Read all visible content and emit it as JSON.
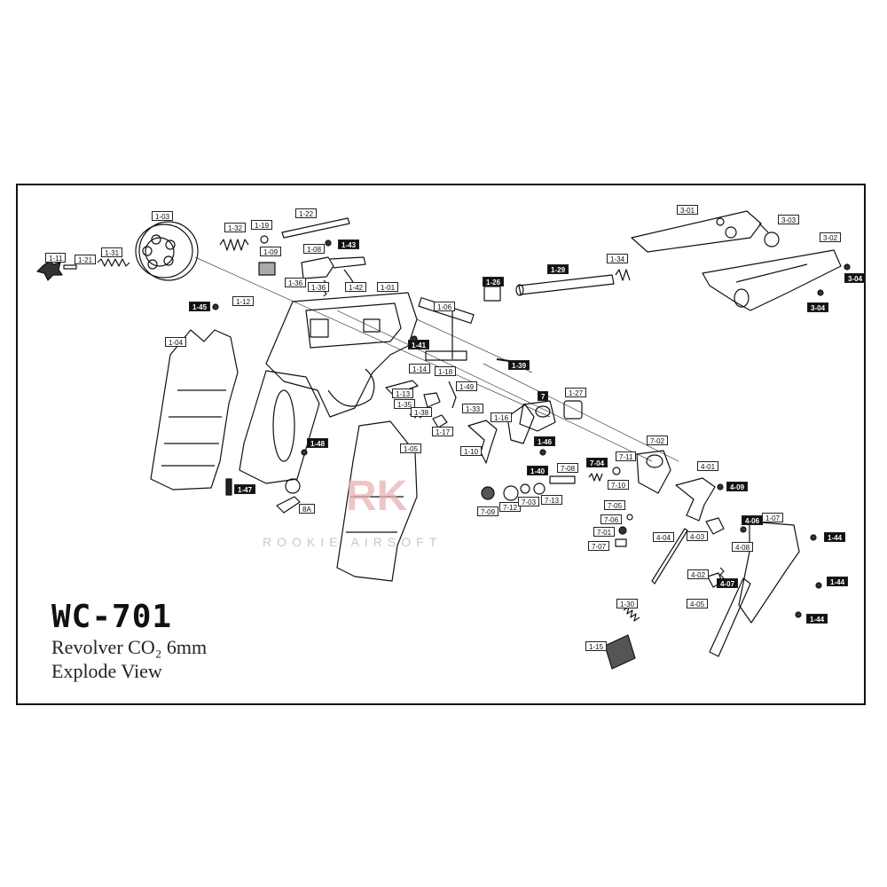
{
  "title": "WC-701",
  "subtitle_line1": "Revolver CO₂ 6mm",
  "subtitle_line2": "Explode View",
  "watermark": "ROOKIE AIRSOFT",
  "watermark_logo": "RK",
  "colors": {
    "line": "#111111",
    "watermark": "#e9b2b2",
    "frame": "#111111"
  },
  "labels": [
    {
      "text": "1-03",
      "style": "outline"
    },
    {
      "text": "1-32",
      "style": "outline"
    },
    {
      "text": "1-19",
      "style": "outline"
    },
    {
      "text": "1-22",
      "style": "outline"
    },
    {
      "text": "1-43",
      "style": "filled"
    },
    {
      "text": "1-08",
      "style": "outline"
    },
    {
      "text": "1-09",
      "style": "outline"
    },
    {
      "text": "1-36",
      "style": "outline"
    },
    {
      "text": "1-36",
      "style": "outline"
    },
    {
      "text": "1-42",
      "style": "outline"
    },
    {
      "text": "1-01",
      "style": "outline"
    },
    {
      "text": "1-11",
      "style": "outline"
    },
    {
      "text": "1-21",
      "style": "outline"
    },
    {
      "text": "1-31",
      "style": "outline"
    },
    {
      "text": "1-45",
      "style": "filled"
    },
    {
      "text": "1-12",
      "style": "outline"
    },
    {
      "text": "1-04",
      "style": "outline"
    },
    {
      "text": "1-26",
      "style": "filled"
    },
    {
      "text": "1-29",
      "style": "filled"
    },
    {
      "text": "1-34",
      "style": "outline"
    },
    {
      "text": "1-06",
      "style": "outline"
    },
    {
      "text": "1-41",
      "style": "filled"
    },
    {
      "text": "1-39",
      "style": "filled"
    },
    {
      "text": "1-14",
      "style": "outline"
    },
    {
      "text": "1-18",
      "style": "outline"
    },
    {
      "text": "1-49",
      "style": "outline"
    },
    {
      "text": "1-13",
      "style": "outline"
    },
    {
      "text": "1-35",
      "style": "outline"
    },
    {
      "text": "1-38",
      "style": "outline"
    },
    {
      "text": "1-33",
      "style": "outline"
    },
    {
      "text": "1-17",
      "style": "outline"
    },
    {
      "text": "1-16",
      "style": "outline"
    },
    {
      "text": "1-10",
      "style": "outline"
    },
    {
      "text": "1-48",
      "style": "filled"
    },
    {
      "text": "1-47",
      "style": "filled"
    },
    {
      "text": "8A",
      "style": "outline"
    },
    {
      "text": "1-05",
      "style": "outline"
    },
    {
      "text": "7",
      "style": "filled"
    },
    {
      "text": "1-27",
      "style": "outline"
    },
    {
      "text": "1-46",
      "style": "filled"
    },
    {
      "text": "1-40",
      "style": "filled"
    },
    {
      "text": "7-08",
      "style": "outline"
    },
    {
      "text": "7-04",
      "style": "filled"
    },
    {
      "text": "7-11",
      "style": "outline"
    },
    {
      "text": "7-10",
      "style": "outline"
    },
    {
      "text": "7-02",
      "style": "outline"
    },
    {
      "text": "7-09",
      "style": "outline"
    },
    {
      "text": "7-12",
      "style": "outline"
    },
    {
      "text": "7-03",
      "style": "outline"
    },
    {
      "text": "7-13",
      "style": "outline"
    },
    {
      "text": "7-05",
      "style": "outline"
    },
    {
      "text": "7-06",
      "style": "outline"
    },
    {
      "text": "7-01",
      "style": "outline"
    },
    {
      "text": "7-07",
      "style": "outline"
    },
    {
      "text": "4-01",
      "style": "outline"
    },
    {
      "text": "4-09",
      "style": "filled"
    },
    {
      "text": "4-06",
      "style": "filled"
    },
    {
      "text": "1-07",
      "style": "outline"
    },
    {
      "text": "4-08",
      "style": "outline"
    },
    {
      "text": "4-04",
      "style": "outline"
    },
    {
      "text": "4-03",
      "style": "outline"
    },
    {
      "text": "1-44",
      "style": "filled"
    },
    {
      "text": "4-02",
      "style": "outline"
    },
    {
      "text": "4-07",
      "style": "filled"
    },
    {
      "text": "1-44",
      "style": "filled"
    },
    {
      "text": "4-05",
      "style": "outline"
    },
    {
      "text": "1-44",
      "style": "filled"
    },
    {
      "text": "1-30",
      "style": "outline"
    },
    {
      "text": "1-15",
      "style": "outline"
    },
    {
      "text": "3-01",
      "style": "outline"
    },
    {
      "text": "3-03",
      "style": "outline"
    },
    {
      "text": "3-02",
      "style": "outline"
    },
    {
      "text": "3-04",
      "style": "filled"
    },
    {
      "text": "3-04",
      "style": "filled"
    }
  ]
}
